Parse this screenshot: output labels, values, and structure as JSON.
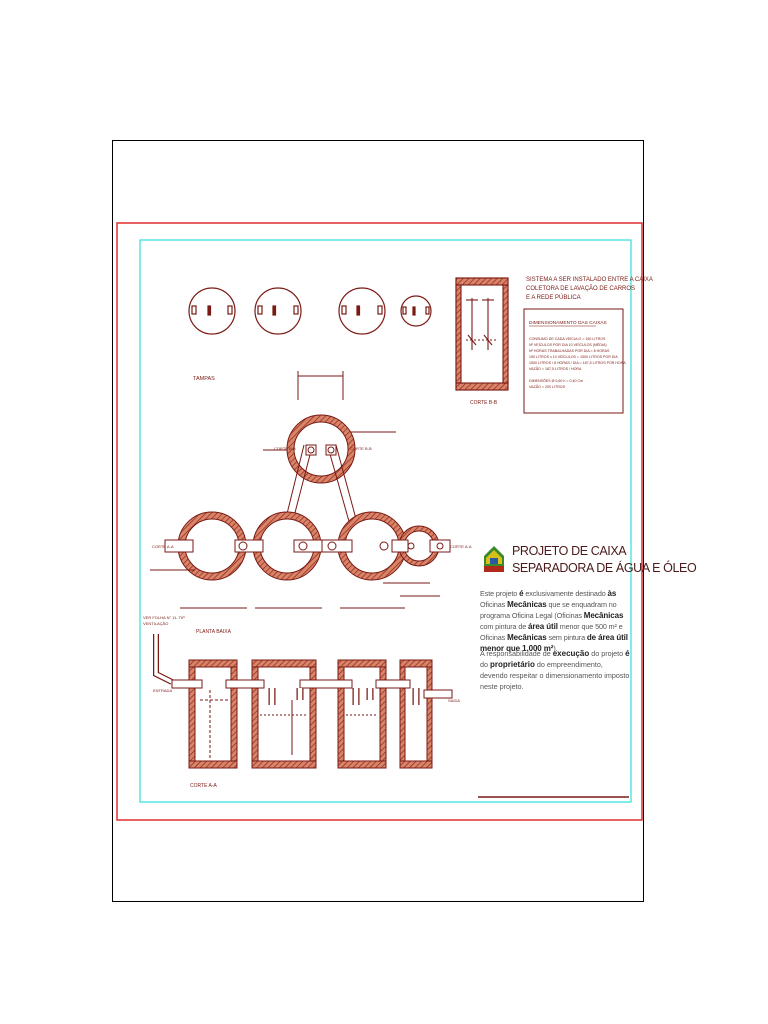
{
  "labels": {
    "tampas": "TAMPAS",
    "corte_bb": "CORTE B-B",
    "planta_baixa": "PLANTA BAIXA",
    "corte_aa": "CORTE A-A",
    "entrada": "ENTRADA",
    "saida": "SAIDA",
    "ver_folha": "VER FOLHA N° 11- TIP",
    "ventilacao": "VENTILAÇÃO",
    "corte_tag_a": "CORTE A-A",
    "corte_tag_b": "CORTE B-B"
  },
  "notes": {
    "line1": "SISTEMA A SER INSTALADO ENTRE A CAIXA",
    "line2": "COLETORA DE LAVAÇÃO DE CARROS",
    "line3": "E A REDE PÚBLICA"
  },
  "dimensioning": {
    "title": "DIMENSIONAMENTO DAS CAIXAS",
    "lines": [
      "CONSUMO DE CADA VEÍCULO = 150 LITROS",
      "Nº VEÍCULOS POR DIA 10 VEÍCULOS (MÉDIA)",
      "Nº HORAS TRABALHADAS POR DIA = 8 HORAS",
      "150 LITROS x 10 VEÍCULOS = 1500 LITROS POR DIA",
      "1500 LITROS / 8 HORAS / DIA = 187,5 LITROS POR HORA",
      "VAZÃO = 187,5 LITROS / HORA"
    ],
    "lines2": [
      "DIMENSÕES Ø 0,60 h = 0,40 Cm",
      "VAZÃO = 200 LITROS"
    ]
  },
  "title": {
    "line1": "PROJETO DE CAIXA",
    "line2": "SEPARADORA DE ÁGUA E ÓLEO"
  },
  "description": {
    "t1": "Este projeto ",
    "b1": "é",
    "t2": " exclusivamente destinado ",
    "b2": "às",
    "t3": " Oficinas ",
    "b3": "Mecânicas",
    "t4": " que se enquadram no programa Oficina Legal (Oficinas ",
    "b4": "Mecânicas",
    "t5": " com pintura de ",
    "b5": "área útil",
    "t6": " menor que 500 m² e Oficinas ",
    "b6": "Mecânicas",
    "t7": " sem pintura ",
    "b7": "de área útil menor que 1.000 m²",
    "t8": ")."
  },
  "responsibility": {
    "t1": "A responsabilidade de ",
    "b1": "execução",
    "t2": " do projeto ",
    "b2": "é",
    "t3": " do ",
    "b3": "proprietário",
    "t4": " do empreendimento, devendo respeitar o dimensionamento imposto neste projeto."
  },
  "colors": {
    "frame_red": "#e03030",
    "frame_cyan": "#30e0e0",
    "drawing": "#7a1a14",
    "hatch": "#b04a20"
  }
}
